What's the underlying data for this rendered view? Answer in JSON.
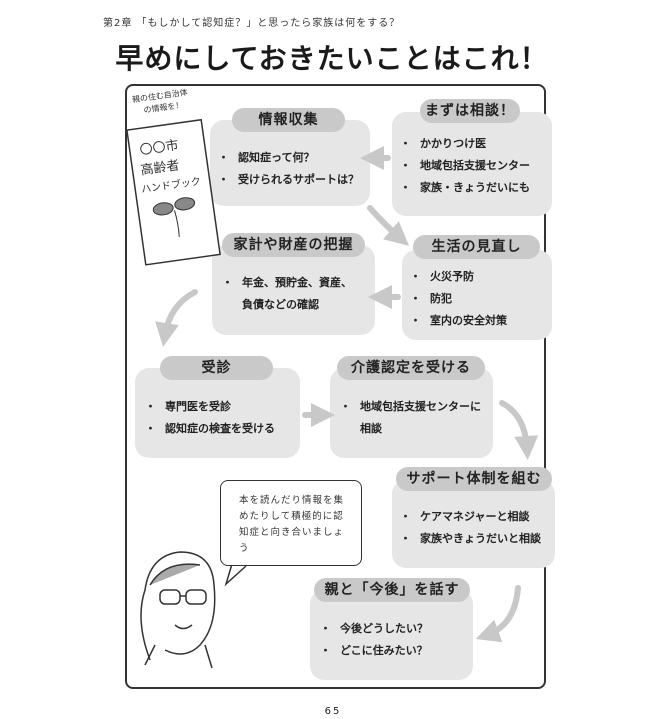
{
  "header": {
    "chapter": "第2章 「もしかして認知症？」と思ったら家族は何をする？"
  },
  "title": "早めにしておきたいことはこれ！",
  "illustration": {
    "caption": "親の住む自治体の情報を！",
    "booklet_text": "〇〇市 高齢者 ハンドブック"
  },
  "steps": [
    {
      "label": "情報収集",
      "items": [
        "認知症って何？",
        "受けられるサポートは？"
      ]
    },
    {
      "label": "まずは相談！",
      "items": [
        "かかりつけ医",
        "地域包括支援センター",
        "家族・きょうだいにも"
      ]
    },
    {
      "label": "家計や財産の把握",
      "items": [
        "年金、預貯金、資産、負債などの確認"
      ]
    },
    {
      "label": "生活の見直し",
      "items": [
        "火災予防",
        "防犯",
        "室内の安全対策"
      ]
    },
    {
      "label": "受診",
      "items": [
        "専門医を受診",
        "認知症の検査を受ける"
      ]
    },
    {
      "label": "介護認定を受ける",
      "items": [
        "地域包括支援センターに相談"
      ]
    },
    {
      "label": "サポート体制を組む",
      "items": [
        "ケアマネジャーと相談",
        "家族やきょうだいと相談"
      ]
    },
    {
      "label": "親と「今後」を話す",
      "items": [
        "今後どうしたい？",
        "どこに住みたい？"
      ]
    }
  ],
  "speech_bubble": "本を読んだり情報を集めたりして積極的に認知症と向き合いましょう",
  "page_number": "65",
  "colors": {
    "box": "#e6e6e6",
    "pill": "#c9c9c9",
    "arrow": "#c8c8c8"
  }
}
